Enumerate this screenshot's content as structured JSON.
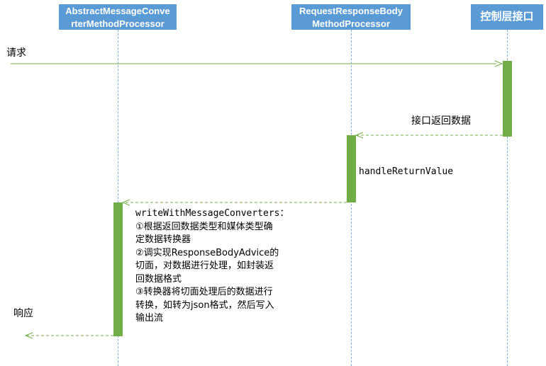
{
  "participants": {
    "p1": {
      "line1": "AbstractMessageConve",
      "line2": "rterMethodProcessor"
    },
    "p2": {
      "line1": "RequestResponseBody",
      "line2": "MethodProcessor"
    },
    "p3": {
      "line1": "控制层接口"
    }
  },
  "messages": {
    "request": "请求",
    "controller_return": "接口返回数据",
    "handle": "handleReturnValue",
    "response": "响应"
  },
  "note": {
    "line1": "writeWithMessageConverters：",
    "line2": "①根据返回数据类型和媒体类型确",
    "line3": "定数据转换器",
    "line4": "②调实现ResponseBodyAdvice的",
    "line5": "切面，对数据进行处理，如封装返",
    "line6": "回数据格式",
    "line7": "③转换器将切面处理后的数据进行",
    "line8": "转换，如转为json格式，然后写入",
    "line9": "输出流"
  },
  "colors": {
    "participant": "#5b9bd5",
    "activation": "#70ad47",
    "arrow": "#70ad47",
    "lifeline": "#7fb1e0"
  }
}
